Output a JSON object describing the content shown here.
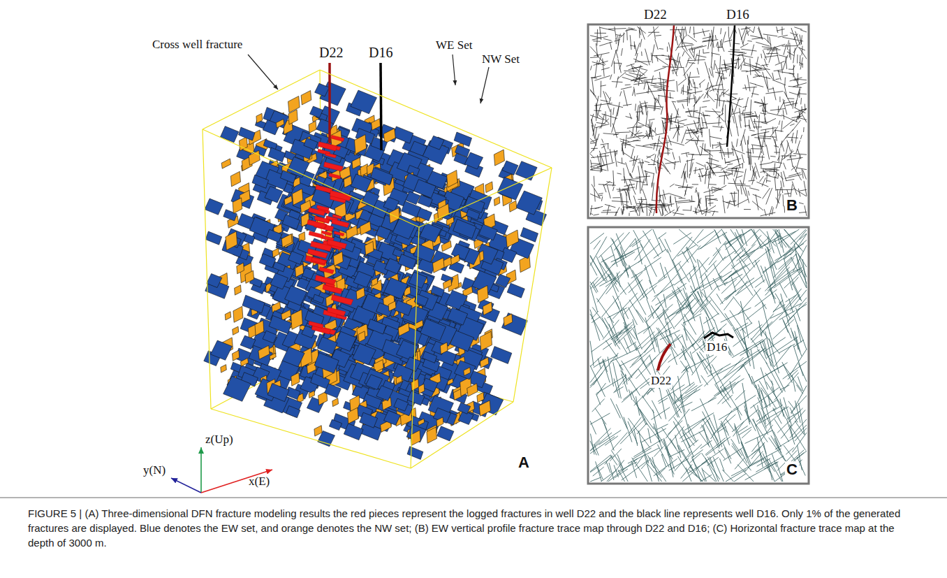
{
  "diagram": {
    "caption": "FIGURE 5 | (A) Three-dimensional DFN fracture modeling results the red pieces represent the logged fractures in well D22 and the black line represents well D16. Only 1% of the generated fractures are displayed. Blue denotes the EW set, and orange denotes the NW set; (B) EW vertical profile fracture trace map through D22 and D16; (C) Horizontal fracture trace map at the depth of 3000 m.",
    "labels": [
      "D22",
      "D16",
      "Cross well fracture",
      "WE Set",
      "NW Set",
      "z(Up)",
      "y(N)",
      "x(E)",
      "A",
      "D22",
      "D16",
      "B",
      "D22",
      "D16",
      "C"
    ]
  }
}
